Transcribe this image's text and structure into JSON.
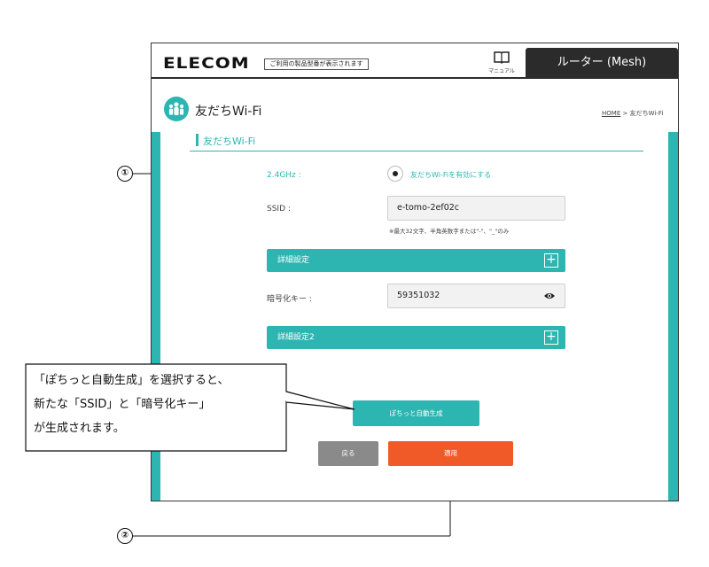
{
  "header": {
    "logo_text": "ELECOM",
    "model_notice": "ご利用の製品型番が表示されます",
    "manual_label": "マニュアル",
    "router_tab": "ルーター (Mesh)"
  },
  "page": {
    "title": "友だちWi-Fi",
    "breadcrumb_home": "HOME",
    "breadcrumb_sep": " > ",
    "breadcrumb_current": "友だちWi-Fi",
    "section_title": "友だちWi-Fi"
  },
  "form": {
    "band_label": "2.4GHz :",
    "enable_label": "友だちWi-Fiを有効にする",
    "enable_selected": true,
    "ssid_label": "SSID :",
    "ssid_value": "e-tomo-2ef02c",
    "ssid_hint": "※最大32文字、半角英数字または\"-\"、\"_\"のみ",
    "advanced_label": "詳細設定",
    "key_label": "暗号化キー :",
    "key_value": "59351032",
    "advanced2_label": "詳細設定2",
    "auto_button": "ぽちっと自動生成",
    "back_button": "戻る",
    "apply_button": "適用"
  },
  "annotations": {
    "marker1": "①",
    "marker2": "②",
    "callout_line1": "「ぽちっと自動生成」を選択すると、",
    "callout_line2": "新たな「SSID」と「暗号化キー」",
    "callout_line3": "が生成されます。"
  },
  "colors": {
    "accent": "#2db5b1",
    "apply": "#f05a28",
    "back": "#8a8a8a",
    "header_dark": "#2b2b2b"
  }
}
